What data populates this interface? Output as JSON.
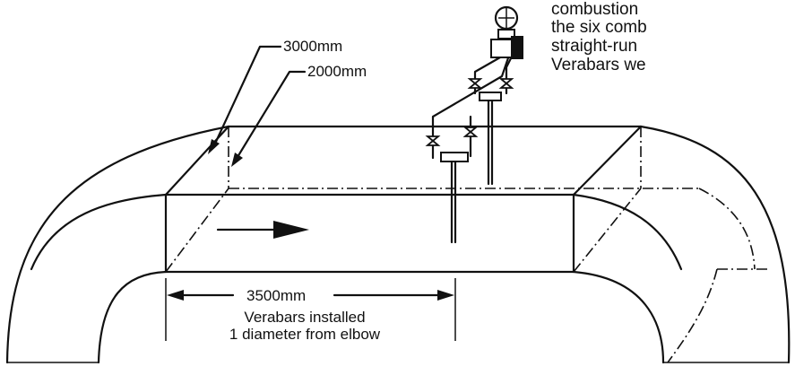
{
  "body_text": [
    "combustion",
    "the six comb",
    "straight-run",
    "Verabars we"
  ],
  "labels": {
    "dim_3000": "3000mm",
    "dim_2000": "2000mm",
    "dim_3500": "3500mm",
    "caption_line1": "Verabars installed",
    "caption_line2": "1 diameter from elbow"
  }
}
